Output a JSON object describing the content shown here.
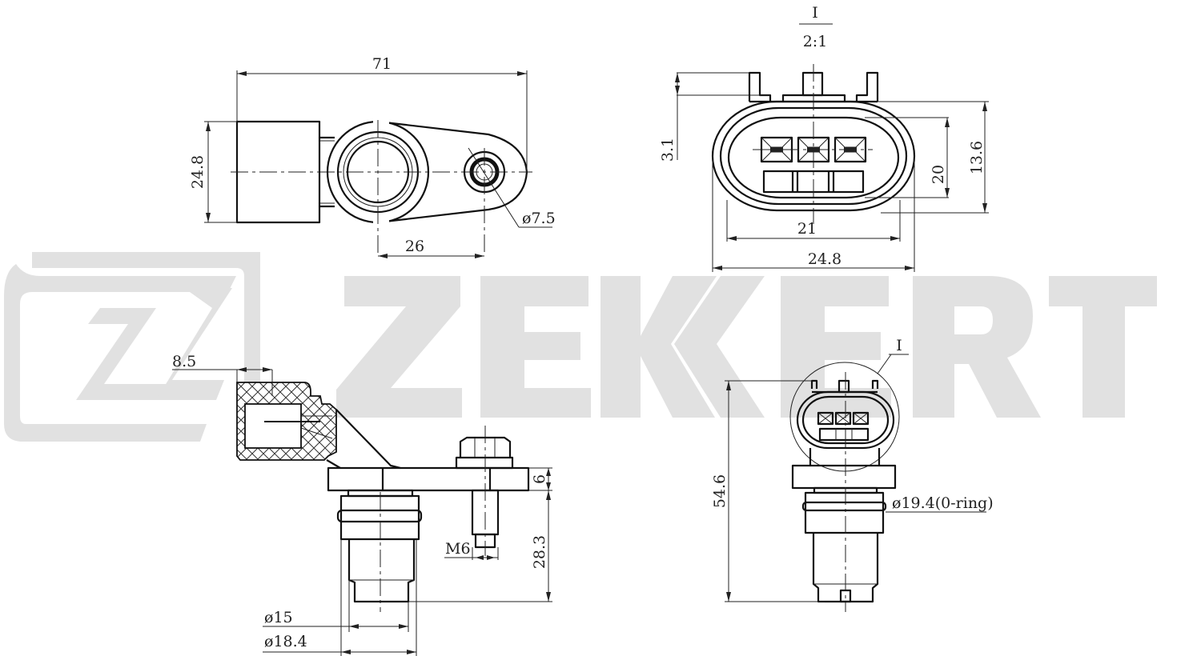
{
  "watermark": {
    "brand": "ZEKKERT",
    "color": "#e1e1e1"
  },
  "top_view": {
    "overall_length": "71",
    "width": "24.8",
    "hole_spacing": "26",
    "hole_diameter": "ø7.5"
  },
  "detail_view": {
    "label": "I",
    "scale": "2:1",
    "pin_height": "3.1",
    "inner_height": "20",
    "outer_height": "13.6",
    "inner_width": "21",
    "outer_width": "24.8"
  },
  "side_view": {
    "connector_depth": "8.5",
    "flange_thickness": "6",
    "bolt_thread": "M6",
    "probe_length": "28.3",
    "tip_diameter": "ø15",
    "body_diameter": "ø18.4"
  },
  "front_view": {
    "detail_ref": "I",
    "total_height": "54.6",
    "oring_diameter": "ø19.4(0-ring)"
  }
}
